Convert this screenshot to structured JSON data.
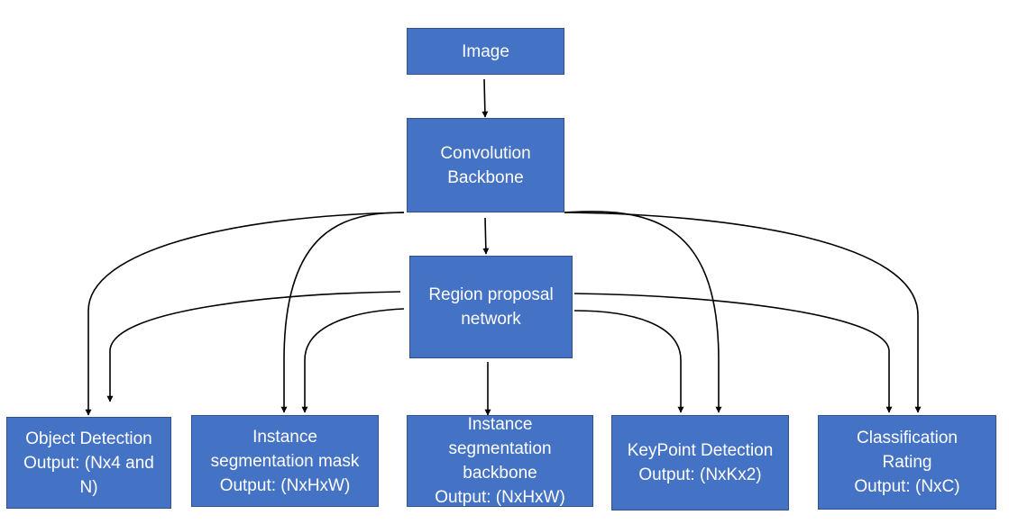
{
  "nodes": {
    "image": {
      "lines": [
        "Image"
      ]
    },
    "backbone": {
      "lines": [
        "Convolution",
        "Backbone"
      ]
    },
    "rpn": {
      "lines": [
        "Region proposal",
        "network"
      ]
    },
    "object_detection": {
      "lines": [
        "Object Detection",
        "Output: (Nx4 and",
        "N)"
      ]
    },
    "instance_mask": {
      "lines": [
        "Instance",
        "segmentation mask",
        "Output: (NxHxW)"
      ]
    },
    "instance_backbone": {
      "lines": [
        "Instance",
        "segmentation",
        "backbone",
        "Output: (NxHxW)"
      ]
    },
    "keypoint": {
      "lines": [
        "KeyPoint Detection",
        "Output: (NxKx2)"
      ]
    },
    "classification": {
      "lines": [
        "Classification",
        "Rating",
        "Output: (NxC)"
      ]
    }
  },
  "colors": {
    "box_fill": "#4472C4",
    "box_border": "#2F528F",
    "text": "#FFFFFF",
    "connector": "#000000"
  }
}
